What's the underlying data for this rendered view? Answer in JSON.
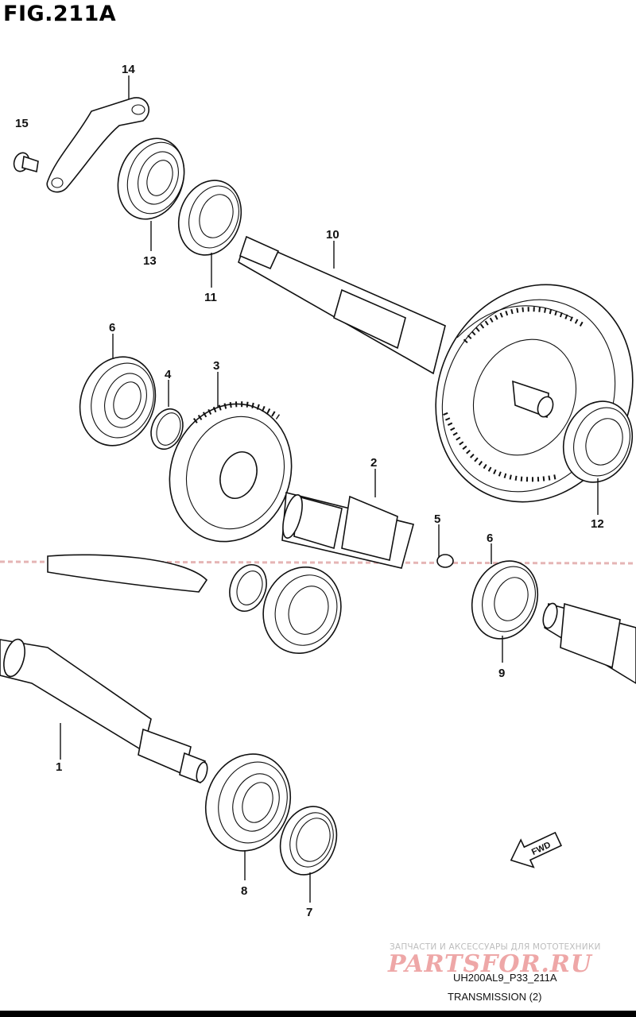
{
  "figure": {
    "title": "FIG.211A"
  },
  "parts": [
    {
      "ref": "1"
    },
    {
      "ref": "2"
    },
    {
      "ref": "3"
    },
    {
      "ref": "4"
    },
    {
      "ref": "5"
    },
    {
      "ref": "6"
    },
    {
      "ref": "6"
    },
    {
      "ref": "7"
    },
    {
      "ref": "8"
    },
    {
      "ref": "9"
    },
    {
      "ref": "10"
    },
    {
      "ref": "11"
    },
    {
      "ref": "12"
    },
    {
      "ref": "13"
    },
    {
      "ref": "14"
    },
    {
      "ref": "15"
    }
  ],
  "direction_marker": {
    "label": "FWD"
  },
  "footer": {
    "model_code": "UH200AL9_P33_211A",
    "section": "TRANSMISSION (2)"
  },
  "watermark": {
    "tagline": "ЗАПЧАСТИ И АКСЕССУАРЫ ДЛЯ МОТОТЕХНИКИ",
    "logo_text": "PARTSFOR.RU"
  },
  "colors": {
    "ink": "#111111",
    "watermark": "#e98a8a",
    "background": "#ffffff"
  }
}
